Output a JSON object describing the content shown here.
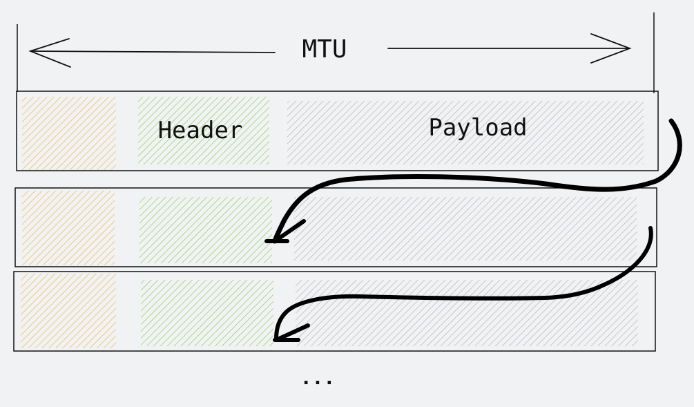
{
  "diagram": {
    "mtu_label": "MTU",
    "header_label": "Header",
    "payload_label": "Payload",
    "continuation_label": "...",
    "packets": [
      {
        "id": 1,
        "has_labels": true
      },
      {
        "id": 2,
        "has_labels": false
      },
      {
        "id": 3,
        "has_labels": false
      }
    ],
    "colors": {
      "background": "#f1f2f4",
      "prefix_hatch": "#f0b94a",
      "header_hatch": "#8fd05a",
      "payload_hatch": "#b3b6bb",
      "outline": "#111111",
      "flow_arrow": "#000000"
    }
  }
}
